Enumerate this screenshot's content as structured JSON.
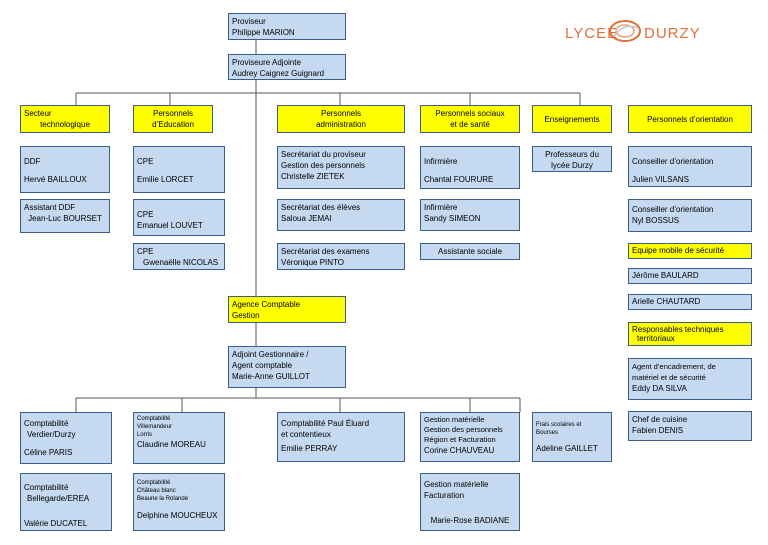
{
  "logo": {
    "left": "LYCEE",
    "right": "DURZY"
  },
  "proviseur": {
    "title": "Proviseur",
    "name": "Philippe MARION"
  },
  "adjointe": {
    "title": "Proviseure Adjointe",
    "name": "Audrey Caignez Guignard"
  },
  "secteur": {
    "header": [
      "Secteur",
      "technologique"
    ],
    "ddf": {
      "title": "DDF",
      "name": "Hervé BAILLOUX"
    },
    "assistant": {
      "title": "Assistant DDF",
      "name": "Jean-Luc BOURSET"
    }
  },
  "education": {
    "header": [
      "Personnels",
      "d’Education"
    ],
    "cpe1": {
      "title": "CPE",
      "name": "Emilie LORCET"
    },
    "cpe2": {
      "title": "CPE",
      "name": "Emanuel LOUVET"
    },
    "cpe3": {
      "title": "CPE",
      "name": "Gwenaëlle NICOLAS"
    }
  },
  "administration": {
    "header": [
      "Personnels",
      "administration"
    ],
    "sec1": {
      "l1": "Secrétariat du proviseur",
      "l2": "Gestion des personnels",
      "name": "Christelle ZIETEK"
    },
    "sec2": {
      "title": "Secrétariat des élèves",
      "name": "Saloua JEMAI"
    },
    "sec3": {
      "title": "Secrétariat des examens",
      "name": "Véronique PINTO"
    }
  },
  "social": {
    "header": [
      "Personnels sociaux",
      "et de santé"
    ],
    "inf1": {
      "title": "Infirmière",
      "name": "Chantal FOURURE"
    },
    "inf2": {
      "title": "Infirmière",
      "name": "Sandy SIMEON"
    },
    "assistante": "Assistante sociale"
  },
  "enseignements": {
    "header": "Enseignements",
    "profs": [
      "Professeurs du",
      "lycée Durzy"
    ]
  },
  "orientation": {
    "header": "Personnels d’orientation",
    "co1": {
      "title": "Conseiller d’orientation",
      "name": "Julien VILSANS"
    },
    "co2": {
      "title": "Conseiller d’orientation",
      "name": "Nyl BOSSUS"
    },
    "equipe_header": "Equipe mobile de sécurité",
    "equipe1": "Jérôme BAULARD",
    "equipe2": "Arielle CHAUTARD",
    "resp_header": [
      "Responsables techniques",
      "territoriaux"
    ],
    "agent": {
      "l1": "Agent d’encadrement, de",
      "l2": "matériel et de sécurité",
      "name": "Eddy DA SILVA"
    },
    "chef": {
      "title": "Chef de cuisine",
      "name": "Fabien DENIS"
    }
  },
  "agence": {
    "header": [
      "Agence Comptable",
      "Gestion"
    ]
  },
  "gestionnaire": {
    "l1": "Adjoint Gestionnaire /",
    "l2": "Agent comptable",
    "name": "Marie-Anne GUILLOT"
  },
  "compta": {
    "c1": {
      "l1": "Comptabilité",
      "l2": "Verdier/Durzy",
      "name": "Céline PARIS"
    },
    "c2": {
      "l1": "Comptabilité",
      "l2": "Bellegarde/EREA",
      "name": "Valérie DUCATEL"
    },
    "c3": {
      "l1": "Comptabilité",
      "l2": "Villemandeur",
      "l3": "Lorris",
      "name": "Claudine MOREAU"
    },
    "c4": {
      "l1": "Comptabilité",
      "l2": "Château blanc",
      "l3": "Beaune la Rolande",
      "name": "Delphine MOUCHEUX"
    },
    "c5": {
      "l1": "Comptabilité Paul Éluard",
      "l2": "et contentieux",
      "name": "Emilie PERRAY"
    },
    "g1": {
      "l1": "Gestion matérielle",
      "l2": "Gestion des personnels",
      "l3": "Région et Facturation",
      "name": "Corine CHAUVEAU"
    },
    "g2": {
      "l1": "Gestion matérielle",
      "l2": "Facturation",
      "name": "Marie-Rose BADIANE"
    },
    "f1": {
      "l1": "Frais scolaires et",
      "l2": "Bourses",
      "name": "Adeline GAILLET"
    }
  }
}
